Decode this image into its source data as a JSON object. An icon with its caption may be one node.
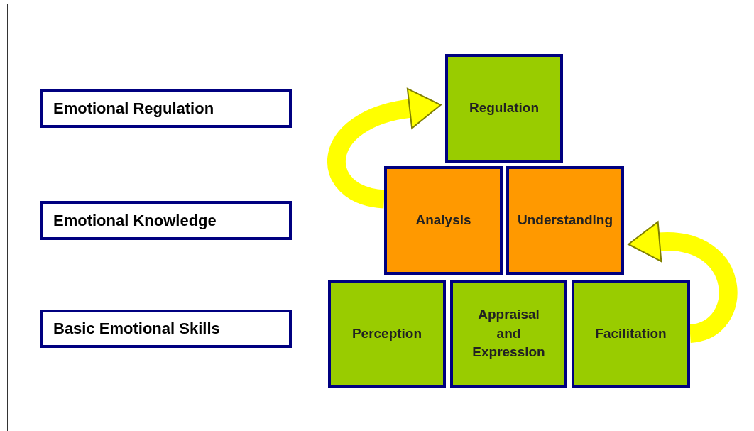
{
  "diagram": {
    "nodes": [
      {
        "text": [
          "Emotional Regulation"
        ]
      },
      {
        "text": [
          "Regulation"
        ]
      },
      {
        "text": [
          "Emotional Knowledge"
        ]
      },
      {
        "text": [
          "Analysis"
        ]
      },
      {
        "text": [
          "Understanding"
        ]
      },
      {
        "text": [
          "Basic Emotional Skills"
        ]
      },
      {
        "text": [
          "Perception"
        ]
      },
      {
        "text": [
          "Appraisal and Expression"
        ]
      },
      {
        "text": [
          "Facilitation"
        ]
      }
    ],
    "edges": [
      {
        "from": 3,
        "to": 1,
        "arrow": "to",
        "color": "#ffff00"
      },
      {
        "from": 8,
        "to": 4,
        "arrow": "to",
        "color": "#ffff00"
      }
    ]
  }
}
